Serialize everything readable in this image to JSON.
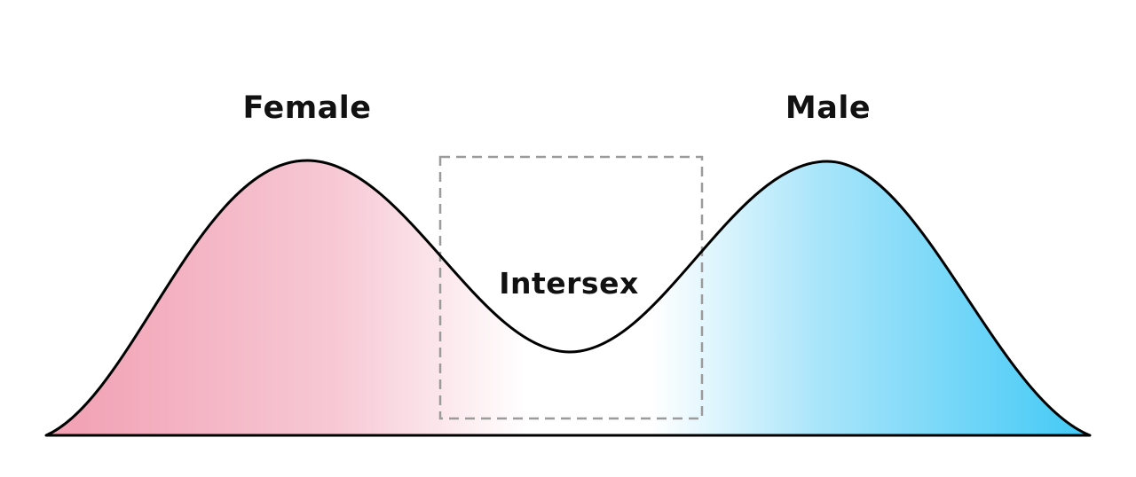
{
  "labels": {
    "female": "Female",
    "male": "Male",
    "intersex": "Intersex"
  },
  "colors": {
    "female_pink": "#F19FB2",
    "female_pink_light": "#F7C9D5",
    "center_white": "#FFFFFF",
    "male_blue_light": "#A9E5FA",
    "male_blue": "#41C9F6",
    "curve": "#000000",
    "box_gray": "#9B9B9B",
    "text": "#111111",
    "background": "#FFFFFF"
  },
  "diagram": {
    "type": "bimodal-distribution-curve",
    "left_peak_label": "Female",
    "right_peak_label": "Male",
    "valley_label": "Intersex",
    "valley_region_style": "dashed-box"
  }
}
